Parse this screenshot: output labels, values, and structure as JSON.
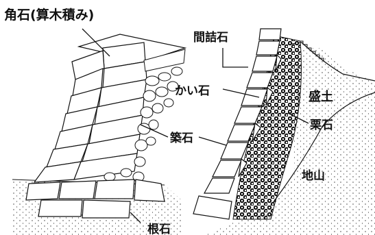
{
  "labels": {
    "kadoishi": "角石(算木積み)",
    "tsumeishi": "間詰石",
    "kaiishi": "かい石",
    "morido": "盛土",
    "tsukiishi": "築石",
    "kuriishi": "栗石",
    "jiyama": "地山",
    "neishi": "根石"
  },
  "colors": {
    "ink": "#111111",
    "paper": "#ffffff",
    "stone_fill": "#ffffff",
    "ground_dots": "#333333"
  }
}
